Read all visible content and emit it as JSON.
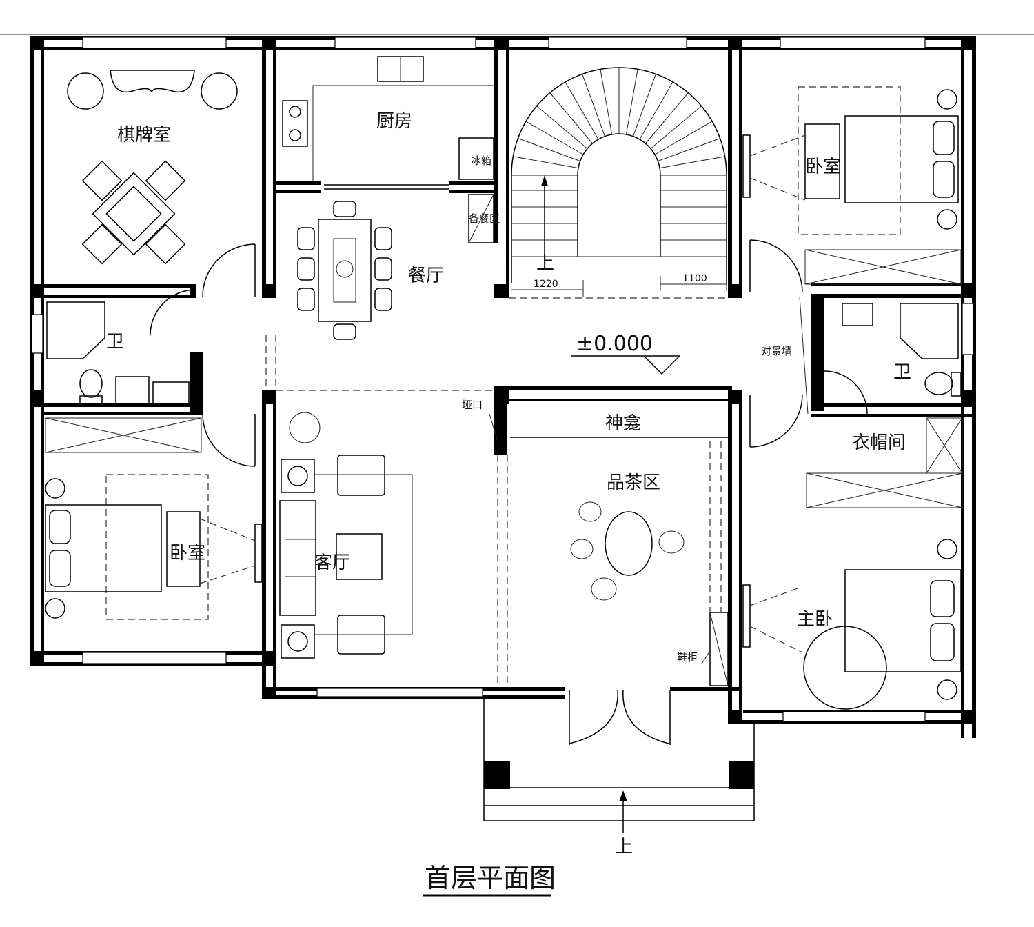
{
  "plan": {
    "title": "首层平面图",
    "elevation": "±0.000",
    "rooms": {
      "chess_room": "棋牌室",
      "kitchen": "厨房",
      "fridge": "冰箱",
      "pantry": "备餐区",
      "dining": "餐厅",
      "bedroom_ne": "卧室",
      "bath_w": "卫",
      "bath_e": "卫",
      "screen_wall": "对景墙",
      "pass_opening": "垭口",
      "shrine": "神龛",
      "tea_area": "品茶区",
      "cloakroom": "衣帽间",
      "bedroom_w": "卧室",
      "living": "客厅",
      "master": "主卧",
      "shoe_cabinet": "鞋柜"
    },
    "stair": {
      "up": "上",
      "dim_left": "1220",
      "dim_right": "1100"
    },
    "entrance_up": "上"
  }
}
